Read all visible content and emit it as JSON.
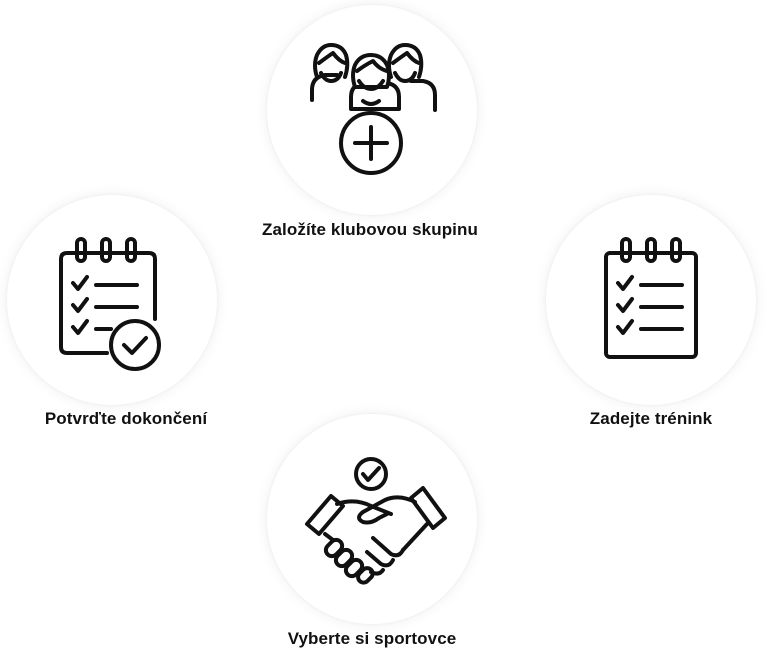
{
  "steps": [
    {
      "label": "Založíte klubovou skupinu",
      "icon": "group-add-icon"
    },
    {
      "label": "Zadejte trénink",
      "icon": "checklist-icon"
    },
    {
      "label": "Vyberte si sportovce",
      "icon": "handshake-icon"
    },
    {
      "label": "Potvrďte dokončení",
      "icon": "checklist-approved-icon"
    }
  ],
  "colors": {
    "icon_stroke": "#111111",
    "circle_fill": "#ffffff",
    "background": "#ffffff"
  }
}
